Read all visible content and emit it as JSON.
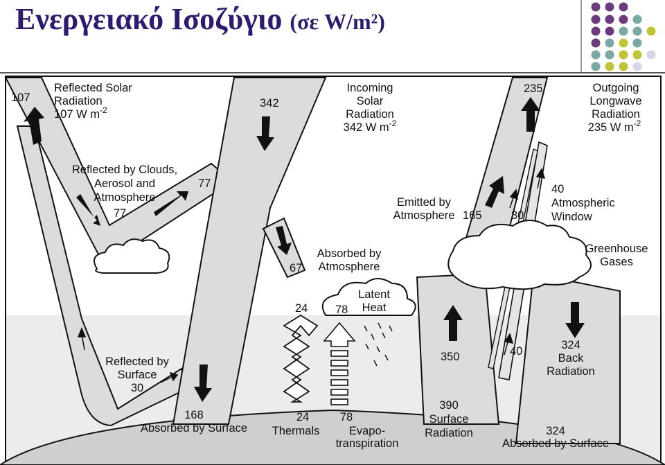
{
  "title": {
    "main": "Ενεργειακό Ισοζύγιο",
    "unit": "(σε W/m²)"
  },
  "colors": {
    "title": "#2e1a6e",
    "band": "#dcdcdc",
    "earth": "#cfcfcf",
    "purple": "#6b3b7c",
    "teal": "#7aa8a3",
    "olive": "#bfc534",
    "lavender": "#d6d6e6"
  },
  "labels": {
    "reflected_solar": [
      "Reflected Solar",
      "Radiation",
      "107 W m"
    ],
    "reflected_solar_val": "107",
    "incoming_solar": [
      "Incoming",
      "Solar",
      "Radiation",
      "342 W m"
    ],
    "incoming_val": "342",
    "outgoing_lw": [
      "Outgoing",
      "Longwave",
      "Radiation",
      "235 W m"
    ],
    "outgoing_val": "235",
    "exp": "-2",
    "reflected_clouds": [
      "Reflected by Clouds,",
      "Aerosol and",
      "Atmosphere"
    ],
    "reflected_clouds_val_a": "77",
    "reflected_clouds_val_b": "77",
    "emitted_atm": [
      "Emitted by",
      "Atmosphere"
    ],
    "emitted_val": "165",
    "window_val": "30",
    "atm_window": [
      "40",
      "Atmospheric",
      "Window"
    ],
    "greenhouse": [
      "Greenhouse",
      "Gases"
    ],
    "absorbed_atm": [
      "Absorbed by",
      "Atmosphere"
    ],
    "absorbed_atm_val": "67",
    "latent_heat": [
      "Latent",
      "Heat"
    ],
    "thermals_top_val": "24",
    "evapo_top_val": "78",
    "surface_up_val": "350",
    "window_lower_val": "40",
    "back_radiation": [
      "324",
      "Back",
      "Radiation"
    ],
    "reflected_surface": [
      "Reflected by",
      "Surface",
      "30"
    ],
    "absorbed_surface_val": "168",
    "absorbed_surface": "Absorbed by Surface",
    "thermals": [
      "24",
      "Thermals"
    ],
    "evapo": [
      "78",
      "Evapo-",
      "transpiration"
    ],
    "surface_radiation": [
      "390",
      "Surface",
      "Radiation"
    ],
    "absorbed_surface2": [
      "324",
      "Absorbed by Surface"
    ]
  }
}
